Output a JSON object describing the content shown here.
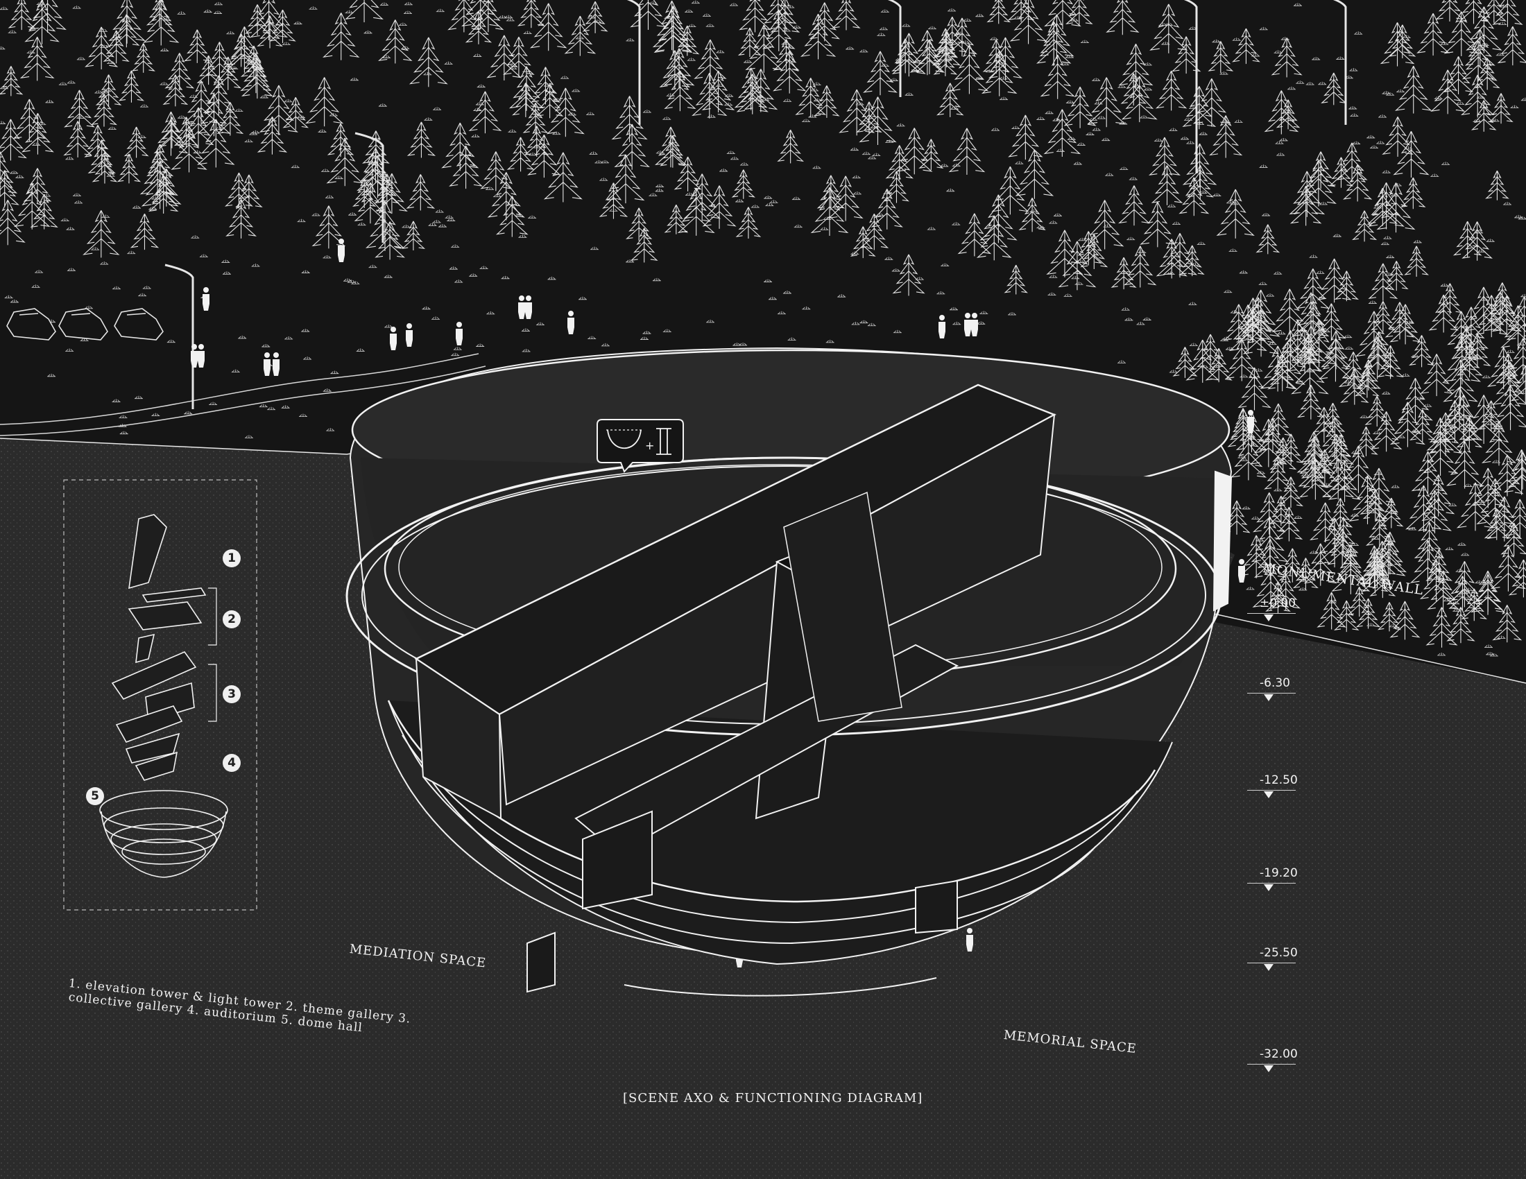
{
  "labels": {
    "monumental_wall": "MONUMENTAL WALL",
    "mediation_space": "MEDIATION  SPACE",
    "memorial_space": "MEMORIAL SPACE",
    "diagram_title": "[SCENE AXO & FUNCTIONING DIAGRAM]",
    "legend_line1": "1. elevation tower & light tower  2. theme gallery  3.",
    "legend_line2": "collective gallery  4. auditorium  5. dome hall"
  },
  "legend_numbers": [
    "1",
    "2",
    "3",
    "4",
    "5"
  ],
  "elevations": [
    "±0.00",
    "-6.30",
    "-12.50",
    "-19.20",
    "-25.50",
    "-32.00"
  ],
  "colors": {
    "ground_forest": "#151515",
    "underground": "#2b2b2b",
    "structure_dark": "#1e1e1e",
    "line_white": "#f2f2f2"
  },
  "icons": [
    "tree-icon",
    "person-icon",
    "car-icon",
    "streetlight-icon",
    "speech-bubble-icon"
  ]
}
